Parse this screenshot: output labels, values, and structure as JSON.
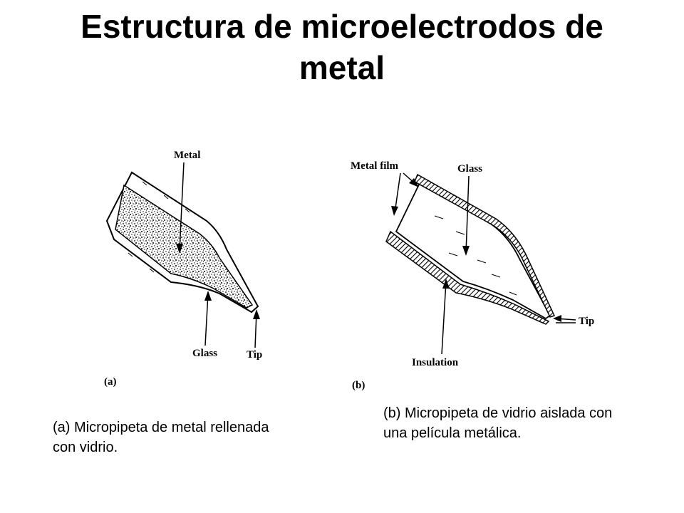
{
  "title": {
    "line1": "Estructura de microelectrodos de",
    "line2": "metal"
  },
  "figure_a": {
    "label_metal": "Metal",
    "label_glass": "Glass",
    "label_tip": "Tip",
    "panel_label": "(a)"
  },
  "figure_b": {
    "label_metal_film": "Metal film",
    "label_glass": "Glass",
    "label_tip": "Tip",
    "label_insulation": "Insulation",
    "panel_label": "(b)"
  },
  "captions": {
    "a": "(a) Micropipeta de metal rellenada con vidrio.",
    "b": "(b) Micropipeta de vidrio aislada con una película metálica."
  }
}
